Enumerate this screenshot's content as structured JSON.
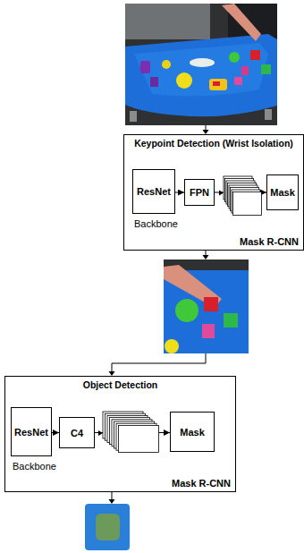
{
  "diagram": {
    "nodes": [
      {
        "text": [
          "Keypoint Detection (Wrist Isolation)",
          "Mask R-CNN"
        ]
      },
      {
        "text": [
          "ResNet"
        ],
        "in": 0
      },
      {
        "text": [
          "FPN"
        ],
        "in": 0
      },
      {
        "text": [
          "Mask"
        ],
        "in": 0
      },
      {
        "text": [
          "Object Detection",
          "Mask R-CNN"
        ]
      },
      {
        "text": [
          "ResNet"
        ],
        "in": 4
      },
      {
        "text": [
          "C4"
        ],
        "in": 4
      },
      {
        "text": [
          "Mask"
        ],
        "in": 4
      }
    ],
    "edges": [
      {
        "from": 1,
        "to": 2,
        "arrow": "to"
      },
      {
        "from": 2,
        "to": 3,
        "arrow": "to"
      },
      {
        "from": 5,
        "to": 6,
        "arrow": "to"
      },
      {
        "from": 6,
        "to": 7,
        "arrow": "to"
      }
    ],
    "labels": [
      "Backbone",
      "Backbone"
    ]
  }
}
